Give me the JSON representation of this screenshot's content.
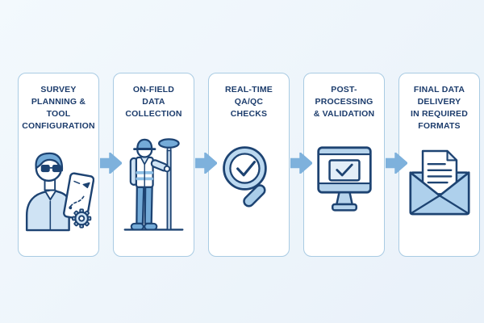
{
  "flow": {
    "steps": [
      {
        "title": "SURVEY\nPLANNING &\nTOOL\nCONFIGURATION",
        "icon": "planner-with-tablet-and-gear-icon"
      },
      {
        "title": "ON-FIELD\nDATA\nCOLLECTION",
        "icon": "surveyor-with-gnss-pole-icon"
      },
      {
        "title": "REAL-TIME\nQA/QC\nCHECKS",
        "icon": "magnifying-glass-checkmark-icon"
      },
      {
        "title": "POST-\nPROCESSING\n& VALIDATION",
        "icon": "monitor-checkmark-icon"
      },
      {
        "title": "FINAL DATA\nDELIVERY\nIN REQUIRED\nFORMATS",
        "icon": "open-envelope-document-icon"
      }
    ],
    "connector": "right-arrow",
    "colors": {
      "page_background": "#edf4fa",
      "card_background": "#ffffff",
      "card_border": "#a9cbe3",
      "title_text": "#1c3c6c",
      "arrow": "#7eb1dc",
      "icon_outline": "#1d4372",
      "icon_fill_light": "#cfe3f4",
      "icon_fill_medium": "#74abd8"
    }
  }
}
